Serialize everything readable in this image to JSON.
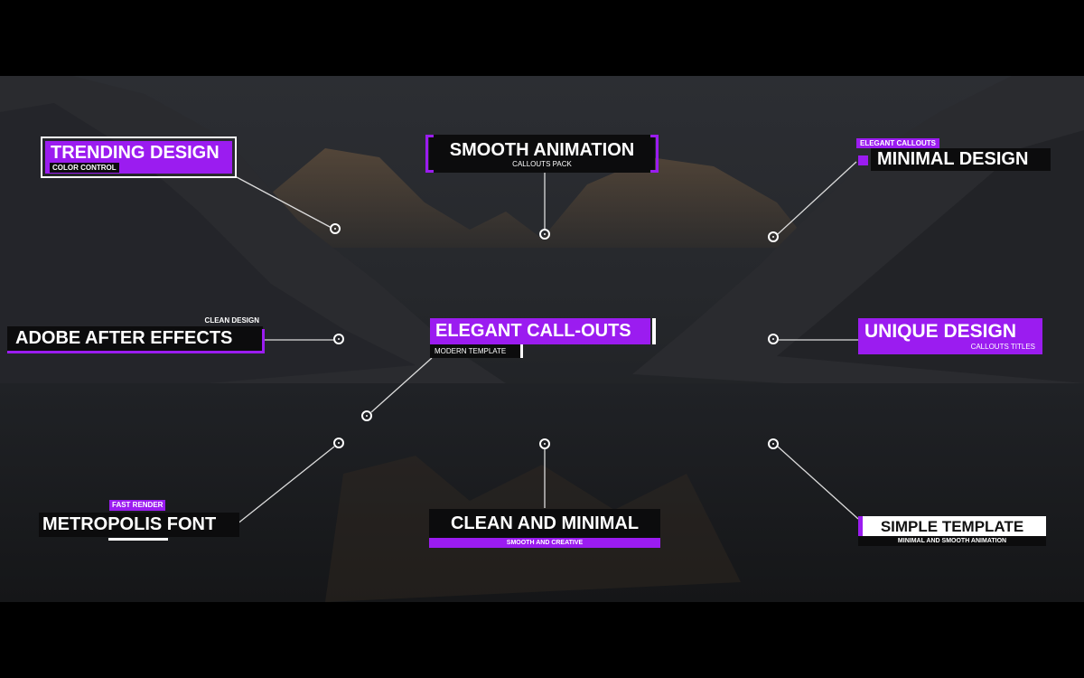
{
  "colors": {
    "accent": "#9b1cf0",
    "text": "#ffffff",
    "dark_box": "#0c0c0d"
  },
  "callouts": {
    "trending": {
      "title": "TRENDING DESIGN",
      "sub": "COLOR CONTROL"
    },
    "smooth": {
      "title": "SMOOTH ANIMATION",
      "sub": "CALLOUTS PACK"
    },
    "minimal": {
      "tag": "ELEGANT CALLOUTS",
      "title": "MINIMAL DESIGN"
    },
    "adobe": {
      "tag": "CLEAN DESIGN",
      "title": "ADOBE AFTER EFFECTS"
    },
    "elegant": {
      "title": "ELEGANT CALL-OUTS",
      "sub": "MODERN TEMPLATE"
    },
    "unique": {
      "title": "UNIQUE DESIGN",
      "sub": "CALLOUTS TITLES"
    },
    "metropolis": {
      "tag": "FAST RENDER",
      "title": "METROPOLIS FONT"
    },
    "clean": {
      "title": "CLEAN AND MINIMAL",
      "sub": "SMOOTH AND CREATIVE"
    },
    "simple": {
      "title": "SIMPLE TEMPLATE",
      "sub": "MINIMAL AND SMOOTH ANIMATION"
    }
  }
}
